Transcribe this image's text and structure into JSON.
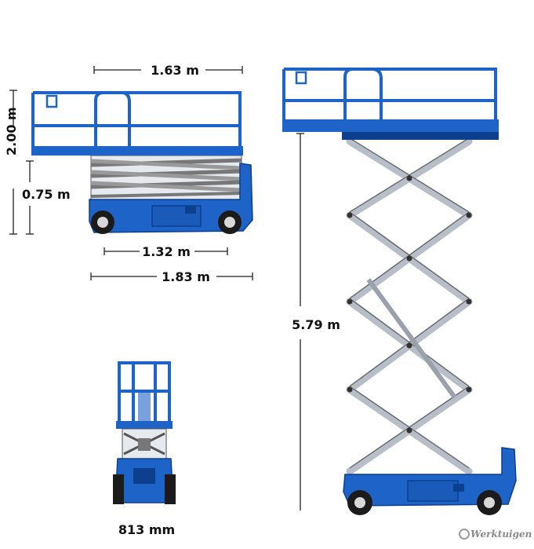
{
  "dimensions": {
    "platform_length": "1.63 m",
    "overall_height_stowed": "2.00 m",
    "rail_height": "0.75 m",
    "wheelbase": "1.32 m",
    "overall_length": "1.83 m",
    "platform_height_raised": "5.79 m",
    "width": "813 mm"
  },
  "watermark": {
    "text": "Werktuigen"
  },
  "colors": {
    "machine_blue": "#1e63c8",
    "dark_blue": "#0d3f8f",
    "scissor_gray": "#c9ced6",
    "line": "#222222"
  }
}
